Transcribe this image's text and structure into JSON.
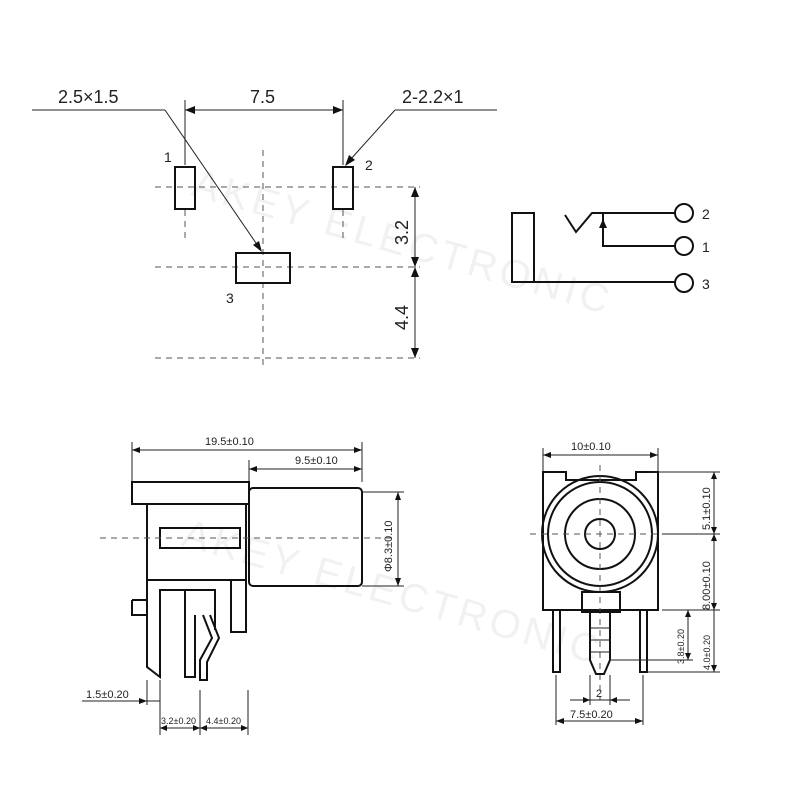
{
  "watermark": "AKEY ELECTRONIC",
  "footprint": {
    "pad_label_a": "2.5×1.5",
    "pad_label_b": "2-2.2×1",
    "spacing": "7.5",
    "offset_a": "3.2",
    "offset_b": "4.4",
    "pin1": "1",
    "pin2": "2",
    "pin3": "3"
  },
  "schematic": {
    "pin_top": "2",
    "pin_mid": "1",
    "pin_bot": "3"
  },
  "side_view": {
    "length": "19.5±0.10",
    "front": "9.5±0.10",
    "diameter": "Φ8.3±0.10",
    "pin_offset": "1.5±0.20",
    "pitch_a": "3.2±0.20",
    "pitch_b": "4.4±0.20"
  },
  "front_view": {
    "width": "10±0.10",
    "top_h": "5.1±0.10",
    "center_h": "8.00±0.10",
    "pin_a": "3.8±0.20",
    "pin_b": "4.0±0.20",
    "pin_w": "2",
    "pin_span": "7.5±0.20"
  }
}
